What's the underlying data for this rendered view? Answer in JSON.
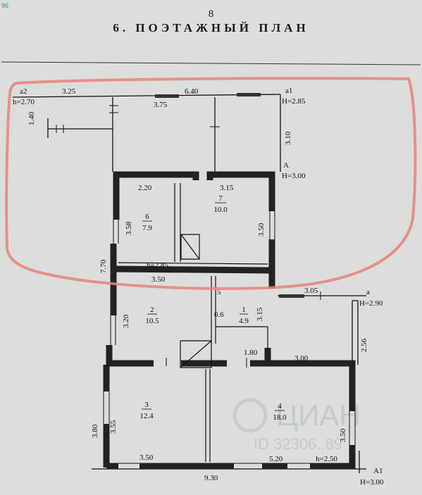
{
  "page": {
    "number": "8",
    "title": "6. ПОЭТАЖНЫЙ ПЛАН",
    "corner_badge": "96"
  },
  "plan_labels": {
    "a2": "a2",
    "h_a2": "h=2.70",
    "a1": "a1",
    "h_a1": "H=2.85",
    "A": "A",
    "h_A": "H=3.00",
    "a": "a",
    "h_a": "H=2.90",
    "A1": "A1",
    "h_A1": "H=3.00"
  },
  "dimensions": {
    "d325": "3.25",
    "d640": "6.40",
    "d375": "3.75",
    "d140": "1.40",
    "d310": "3.10",
    "d220": "2.20",
    "d315_top": "3.15",
    "d358": "3.58",
    "d350_right": "3.50",
    "d770": "7.70",
    "h285": "h=2.85",
    "d350_mid": "3.50",
    "d5": "5",
    "d06": "0.6",
    "d305": "3.05",
    "d320": "3.20",
    "d315_r1": "3.15",
    "d256": "2.56",
    "d180": "1.80",
    "d300": "3.00",
    "d380": "3.80",
    "d355": "3.55",
    "d350_r4": "3.50",
    "d350_bottom": "3.50",
    "d520": "5.20",
    "h250": "h=2.50",
    "d930": "9.30"
  },
  "rooms": [
    {
      "number": "6",
      "area": "7.9"
    },
    {
      "number": "7",
      "area": "10.0"
    },
    {
      "number": "2",
      "area": "10.5"
    },
    {
      "number": "1",
      "area": "4.9"
    },
    {
      "number": "3",
      "area": "12.4"
    },
    {
      "number": "4",
      "area": "18.0"
    }
  ],
  "watermark": {
    "brand": "ЦИАН",
    "id": "ID 32306..89"
  },
  "colors": {
    "paper": "#dcdedb",
    "ink": "#111111",
    "highlight": "#e8837c",
    "badge": "#1fa84a"
  }
}
